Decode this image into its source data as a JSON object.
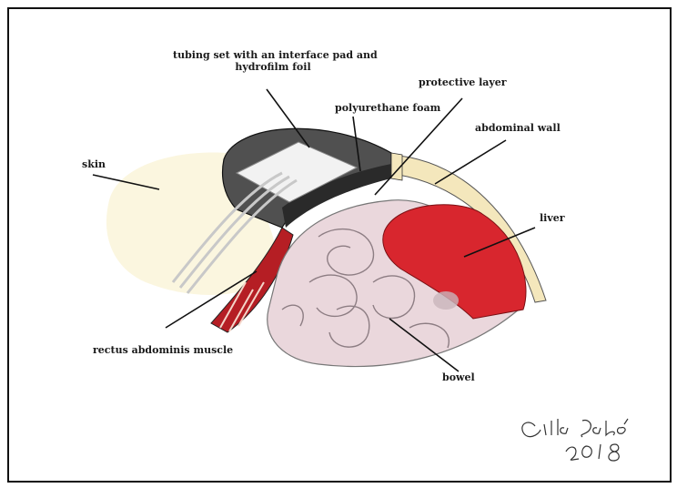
{
  "labels": {
    "tubing_line1": "tubing set with an interface pad and",
    "tubing_line2": "hydrofilm foil",
    "protective_layer": "protective layer",
    "polyurethane_foam": "polyurethane foam",
    "abdominal_wall": "abdominal wall",
    "skin": "skin",
    "liver": "liver",
    "rectus_abdominis_muscle": "rectus abdominis muscle",
    "bowel": "bowel"
  },
  "signature": {
    "name": "Csilla Rabó",
    "year": "2018"
  },
  "colors": {
    "skin": "#fbf5dc",
    "abdominal_wall": "#f4e7bc",
    "liver": "#d8262e",
    "bowel": "#ead7dc",
    "muscle": "#b51e24",
    "foam": "#505050",
    "foam_dark": "#2a2a2a"
  }
}
